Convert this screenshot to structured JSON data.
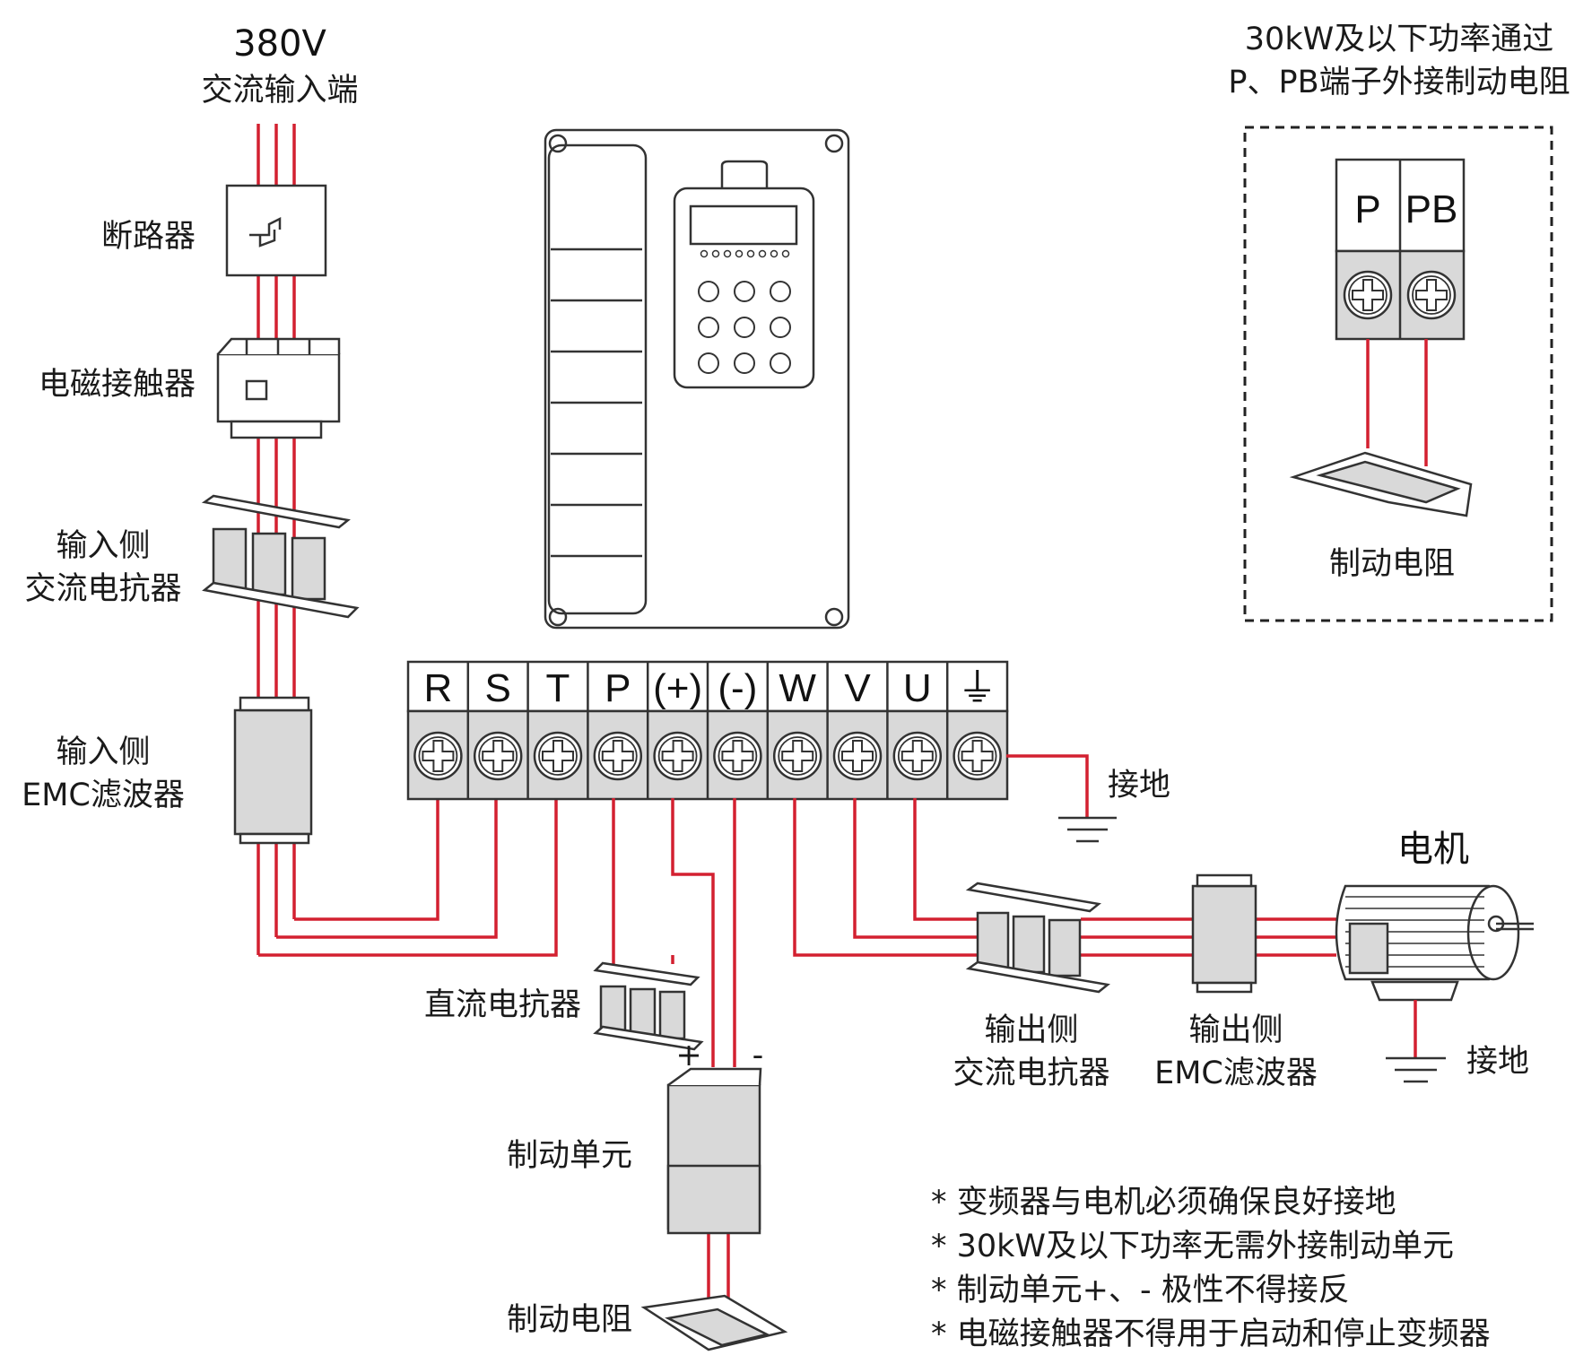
{
  "source": {
    "line1": "380V",
    "line2": "交流输入端"
  },
  "components": {
    "breaker": "断路器",
    "contactor": "电磁接触器",
    "input_reactor": {
      "line1": "输入侧",
      "line2": "交流电抗器"
    },
    "input_emc": {
      "line1": "输入侧",
      "line2": "EMC滤波器"
    },
    "dc_reactor": "直流电抗器",
    "braking_unit": "制动单元",
    "braking_resistor": "制动电阻",
    "output_reactor": {
      "line1": "输出侧",
      "line2": "交流电抗器"
    },
    "output_emc": {
      "line1": "输出侧",
      "line2": "EMC滤波器"
    },
    "motor": "电机",
    "ground_terminal": "接地",
    "ground_motor": "接地"
  },
  "terminals": [
    "R",
    "S",
    "T",
    "P",
    "(+)",
    "(-)",
    "W",
    "V",
    "U",
    "⏚"
  ],
  "polarity": {
    "plus": "+",
    "minus": "-"
  },
  "inset": {
    "title_line1": "30kW及以下功率通过",
    "title_line2": "P、PB端子外接制动电阻",
    "terminals": [
      "P",
      "PB"
    ],
    "resistor": "制动电阻"
  },
  "notes": [
    "* 变频器与电机必须确保良好接地",
    "* 30kW及以下功率无需外接制动单元",
    "* 制动单元+、- 极性不得接反",
    "* 电磁接触器不得用于启动和停止变频器"
  ],
  "colors": {
    "wire": "#d32030",
    "ink": "#333333",
    "terminal_bg": "#d9d9d9"
  }
}
